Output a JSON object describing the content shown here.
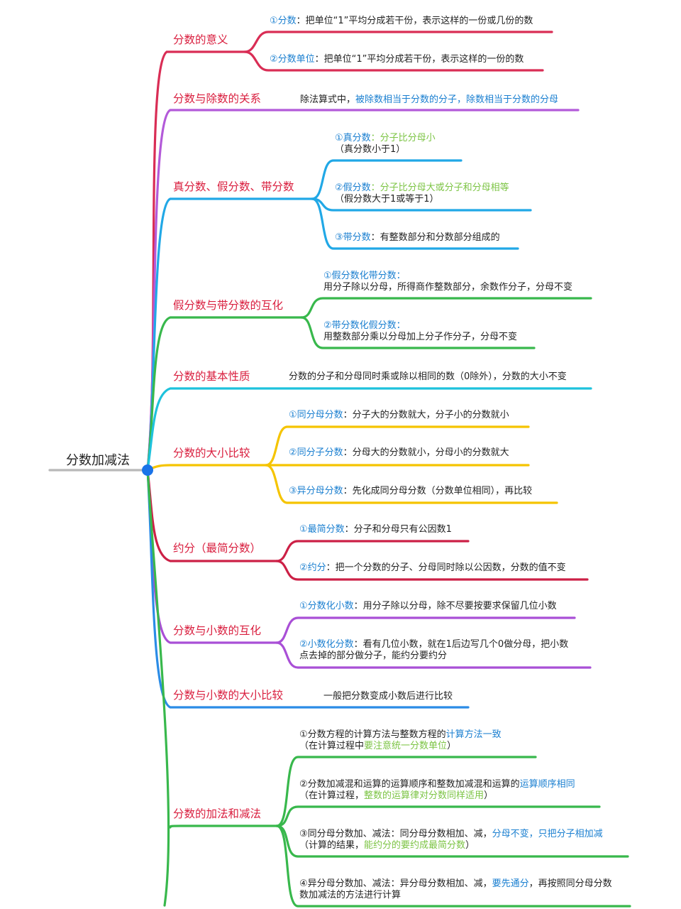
{
  "root": {
    "label": "分数加减法"
  },
  "colors": {
    "red": "#d92d55",
    "purple": "#b35ad9",
    "sky": "#21a8e6",
    "green": "#38b84c",
    "cyan": "#1ec2dc",
    "yellow": "#f5c400",
    "crimson": "#cc2046",
    "violet": "#a94fd6",
    "blue": "#2b8ce6",
    "text_blue": "#1a7fd0",
    "text_green": "#7cc444",
    "branch_text": "#d91e3e"
  },
  "branches": [
    {
      "title": "分数的意义",
      "leaves": [
        {
          "segs": [
            {
              "t": "①分数",
              "c": "blue"
            },
            {
              "t": "：把单位“1”平均分成若干份，表示这样的一份或几份的数",
              "c": "dark"
            }
          ]
        },
        {
          "segs": [
            {
              "t": "②分数单位",
              "c": "blue"
            },
            {
              "t": "：把单位“1”平均分成若干份，表示这样的一份的数",
              "c": "dark"
            }
          ]
        }
      ]
    },
    {
      "title": "分数与除数的关系",
      "leaves": [
        {
          "segs": [
            {
              "t": "除法算式中，",
              "c": "dark"
            },
            {
              "t": "被除数相当于分数的分子，除数相当于分数的分母",
              "c": "blue"
            }
          ]
        }
      ]
    },
    {
      "title": "真分数、假分数、带分数",
      "leaves": [
        {
          "segs": [
            {
              "t": "①真分数",
              "c": "blue"
            },
            {
              "t": "：分子比分母小",
              "c": "green"
            }
          ],
          "segs2": [
            {
              "t": "（真分数小于1）",
              "c": "dark"
            }
          ]
        },
        {
          "segs": [
            {
              "t": "②假分数",
              "c": "blue"
            },
            {
              "t": "：分子比分母大或分子和分母相等",
              "c": "green"
            }
          ],
          "segs2": [
            {
              "t": "（假分数大于1或等于1）",
              "c": "dark"
            }
          ]
        },
        {
          "segs": [
            {
              "t": "③带分数",
              "c": "blue"
            },
            {
              "t": "：有整数部分和分数部分组成的",
              "c": "dark"
            }
          ]
        }
      ]
    },
    {
      "title": "假分数与带分数的互化",
      "leaves": [
        {
          "segs": [
            {
              "t": "①假分数化带分数：",
              "c": "blue"
            }
          ],
          "segs2": [
            {
              "t": "用分子除以分母，所得商作整数部分，余数作分子，分母不变",
              "c": "dark"
            }
          ]
        },
        {
          "segs": [
            {
              "t": "②带分数化假分数：",
              "c": "blue"
            }
          ],
          "segs2": [
            {
              "t": "用整数部分乘以分母加上分子作分子，分母不变",
              "c": "dark"
            }
          ]
        }
      ]
    },
    {
      "title": "分数的基本性质",
      "leaves": [
        {
          "segs": [
            {
              "t": "分数的分子和分母同时乘或除以相同的数（0除外），分数的大小不变",
              "c": "dark"
            }
          ]
        }
      ]
    },
    {
      "title": "分数的大小比较",
      "leaves": [
        {
          "segs": [
            {
              "t": "①同分母分数",
              "c": "blue"
            },
            {
              "t": "：分子大的分数就大，分子小的分数就小",
              "c": "dark"
            }
          ]
        },
        {
          "segs": [
            {
              "t": "②同分子分数",
              "c": "blue"
            },
            {
              "t": "：分母大的分数就小，分母小的分数就大",
              "c": "dark"
            }
          ]
        },
        {
          "segs": [
            {
              "t": "③异分母分数",
              "c": "blue"
            },
            {
              "t": "：先化成同分母分数（分数单位相同），再比较",
              "c": "dark"
            }
          ]
        }
      ]
    },
    {
      "title": "约分（最简分数）",
      "leaves": [
        {
          "segs": [
            {
              "t": "①最简分数",
              "c": "blue"
            },
            {
              "t": "：分子和分母只有公因数1",
              "c": "dark"
            }
          ]
        },
        {
          "segs": [
            {
              "t": "②约分",
              "c": "blue"
            },
            {
              "t": "：把一个分数的分子、分母同时除以公因数，分数的值不变",
              "c": "dark"
            }
          ]
        }
      ]
    },
    {
      "title": "分数与小数的互化",
      "leaves": [
        {
          "segs": [
            {
              "t": "①分数化小数",
              "c": "blue"
            },
            {
              "t": "：用分子除以分母，除不尽要按要求保留几位小数",
              "c": "dark"
            }
          ]
        },
        {
          "segs": [
            {
              "t": "②小数化分数",
              "c": "blue"
            },
            {
              "t": "：看有几位小数，就在1后边写几个0做分母，把小数",
              "c": "dark"
            }
          ],
          "segs2": [
            {
              "t": "点去掉的部分做分子，能约分要约分",
              "c": "dark"
            }
          ]
        }
      ]
    },
    {
      "title": "分数与小数的大小比较",
      "leaves": [
        {
          "segs": [
            {
              "t": "一般把分数变成小数后进行比较",
              "c": "dark"
            }
          ]
        }
      ]
    },
    {
      "title": "分数的加法和减法",
      "leaves": [
        {
          "segs": [
            {
              "t": "①分数方程的计算方法与整数方程的",
              "c": "dark"
            },
            {
              "t": "计算方法一致",
              "c": "blue"
            }
          ],
          "segs2": [
            {
              "t": "（在计算过程中",
              "c": "dark"
            },
            {
              "t": "要注意统一分数单位",
              "c": "green"
            },
            {
              "t": "）",
              "c": "dark"
            }
          ]
        },
        {
          "segs": [
            {
              "t": "②分数加减混和运算的运算顺序和整数加减混和运算的",
              "c": "dark"
            },
            {
              "t": "运算顺序相同",
              "c": "blue"
            }
          ],
          "segs2": [
            {
              "t": "（在计算过程，",
              "c": "dark"
            },
            {
              "t": "整数的运算律对分数同样适用",
              "c": "green"
            },
            {
              "t": "）",
              "c": "dark"
            }
          ]
        },
        {
          "segs": [
            {
              "t": "③同分母分数加、减法：同分母分数相加、减，",
              "c": "dark"
            },
            {
              "t": "分母不变，只把分子相加减",
              "c": "blue"
            }
          ],
          "segs2": [
            {
              "t": "（计算的结果，",
              "c": "dark"
            },
            {
              "t": "能约分的要约成最简分数",
              "c": "green"
            },
            {
              "t": "）",
              "c": "dark"
            }
          ]
        },
        {
          "segs": [
            {
              "t": "④异分母分数加、减法：异分母分数相加、减，",
              "c": "dark"
            },
            {
              "t": "要先通分",
              "c": "blue"
            },
            {
              "t": "，再按照同分母分数",
              "c": "dark"
            }
          ],
          "segs2": [
            {
              "t": "数加减法的方法进行计算",
              "c": "dark"
            }
          ]
        }
      ]
    }
  ]
}
